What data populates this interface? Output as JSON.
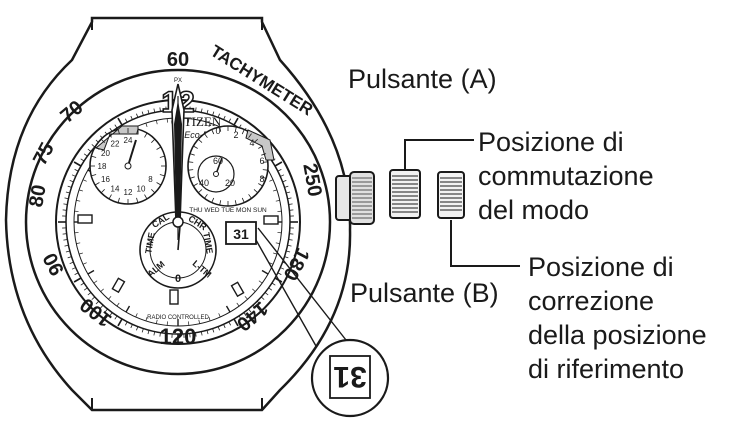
{
  "watch": {
    "brand": "CITIZEN",
    "model": "Eco-Drive",
    "bezel_title": "TACHYMETER",
    "bezel_numbers": [
      "60",
      "70",
      "75",
      "80",
      "90",
      "100",
      "120",
      "140",
      "180",
      "250"
    ],
    "hour_12": "12",
    "pointer_mark": "PX",
    "day_strip": "THU WED TUE MON SUN",
    "mode_labels": [
      "CAL",
      "CHR",
      "TIME",
      "ALM",
      "L-TM"
    ],
    "mode_center": "0",
    "subdial_24h": [
      "24",
      "22",
      "20",
      "18",
      "16",
      "14",
      "12",
      "10",
      "8"
    ],
    "chrono_top": [
      "0",
      "2",
      "4"
    ],
    "chrono_small": [
      "60",
      "40",
      "20"
    ],
    "chrono_right": [
      "6",
      "8"
    ],
    "date_value": "31",
    "magnified_date": "31",
    "ring_text": "RADIO CONTROLLED"
  },
  "labels": {
    "button_a": "Pulsante (A)",
    "button_b": "Pulsante (B)",
    "mode_switch": [
      "Posizione di",
      "commutazione",
      "del modo"
    ],
    "reference_correction": [
      "Posizione di",
      "correzione",
      "della posizione",
      "di riferimento"
    ]
  }
}
